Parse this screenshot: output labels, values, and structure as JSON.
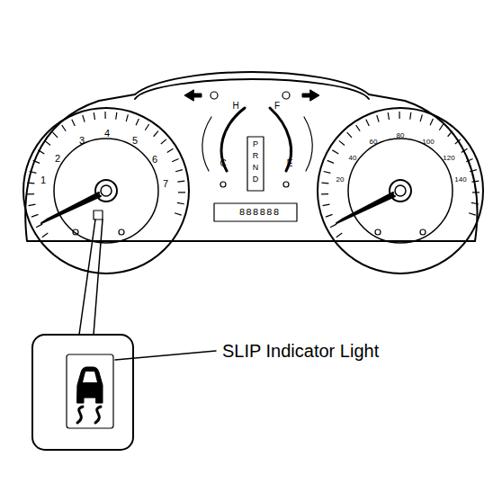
{
  "diagram": {
    "labels": [
      "SLIP Indicator Light",
      "1",
      "2",
      "3",
      "4",
      "5",
      "6",
      "7",
      "H",
      "C",
      "F",
      "E",
      "P",
      "R",
      "N",
      "D",
      "20",
      "40",
      "60",
      "80",
      "100",
      "120",
      "140",
      "888888"
    ]
  }
}
